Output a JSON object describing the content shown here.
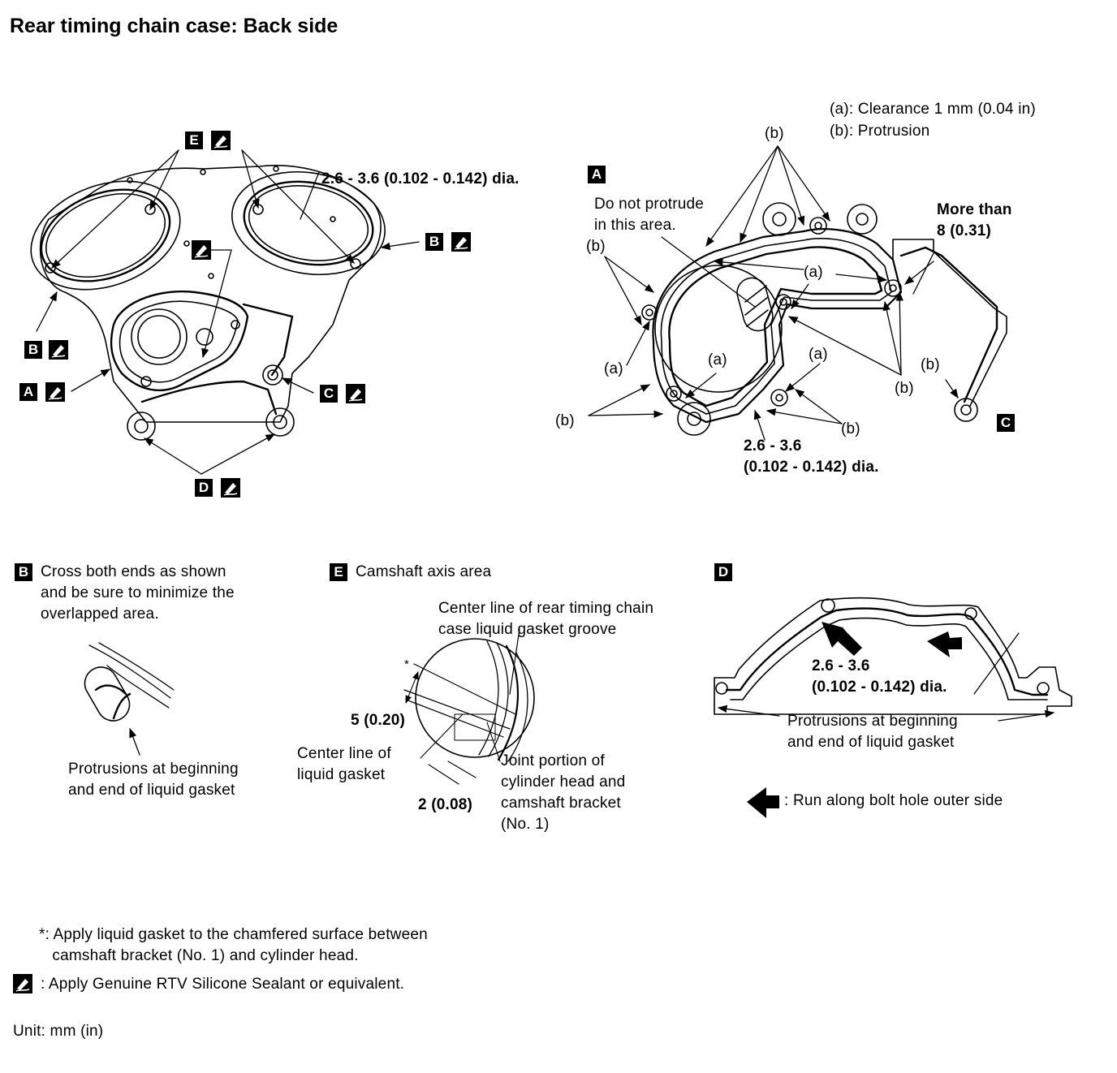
{
  "title": "Rear timing chain case: Back side",
  "letters": {
    "a": "A",
    "b": "B",
    "c": "C",
    "d": "D",
    "e": "E"
  },
  "left_view": {
    "bead_dia": "2.6 - 3.6 (0.102 - 0.142) dia."
  },
  "detail_a": {
    "legend_a": "(a): Clearance 1 mm (0.04 in)",
    "legend_b": "(b): Protrusion",
    "callout_a": "(a)",
    "callout_b": "(b)",
    "no_protrude": "Do not protrude\nin this area.",
    "more_than": "More than\n8 (0.31)",
    "bead_dia": "2.6 - 3.6\n(0.102 - 0.142) dia."
  },
  "detail_b": {
    "text": "Cross both ends as shown\nand be sure to minimize the\noverlapped area.",
    "protrusions": "Protrusions at beginning\nand end of liquid gasket"
  },
  "detail_e": {
    "text": "Camshaft axis area",
    "center_line_groove": "Center line of rear timing chain\ncase liquid gasket groove",
    "star": "*",
    "dim_5": "5 (0.20)",
    "center_line_gasket": "Center line of\nliquid gasket",
    "joint": "Joint portion of\ncylinder head and\ncamshaft bracket\n(No. 1)",
    "dim_2": "2 (0.08)"
  },
  "detail_d": {
    "bead_dia": "2.6 - 3.6\n(0.102 - 0.142) dia.",
    "protrusions": "Protrusions at beginning\nand end of liquid gasket",
    "arrow_note": ": Run along bolt hole outer side"
  },
  "notes": {
    "star_note": "*: Apply liquid gasket to the chamfered surface between\n   camshaft bracket (No. 1) and cylinder head.",
    "sealant": ": Apply Genuine RTV Silicone Sealant or equivalent.",
    "unit": "Unit: mm (in)"
  },
  "icons": [
    "sealant-tube-icon",
    "run-along-arrow-icon"
  ]
}
